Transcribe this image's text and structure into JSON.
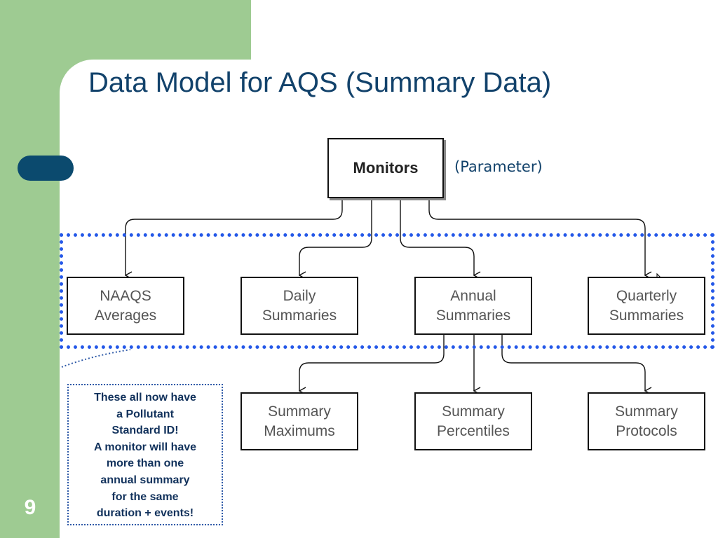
{
  "slide": {
    "title": "Data Model for AQS (Summary Data)",
    "page_number": "9"
  },
  "diagram": {
    "root": "Monitors",
    "root_annotation": "(Parameter)",
    "nodes": {
      "naaqs": "NAAQS\nAverages",
      "daily": "Daily\nSummaries",
      "annual": "Annual\nSummaries",
      "quarterly": "Quarterly\nSummaries",
      "maximums": "Summary\nMaximums",
      "percentiles": "Summary\nPercentiles",
      "protocols": "Summary\nProtocols"
    },
    "note": "These all now have\na Pollutant\nStandard ID!\nA monitor will have\nmore than one\nannual summary\nfor the same\nduration + events!"
  },
  "colors": {
    "theme_green": "#9ecb92",
    "title_blue": "#12426b",
    "highlight_blue": "#2458e8"
  }
}
